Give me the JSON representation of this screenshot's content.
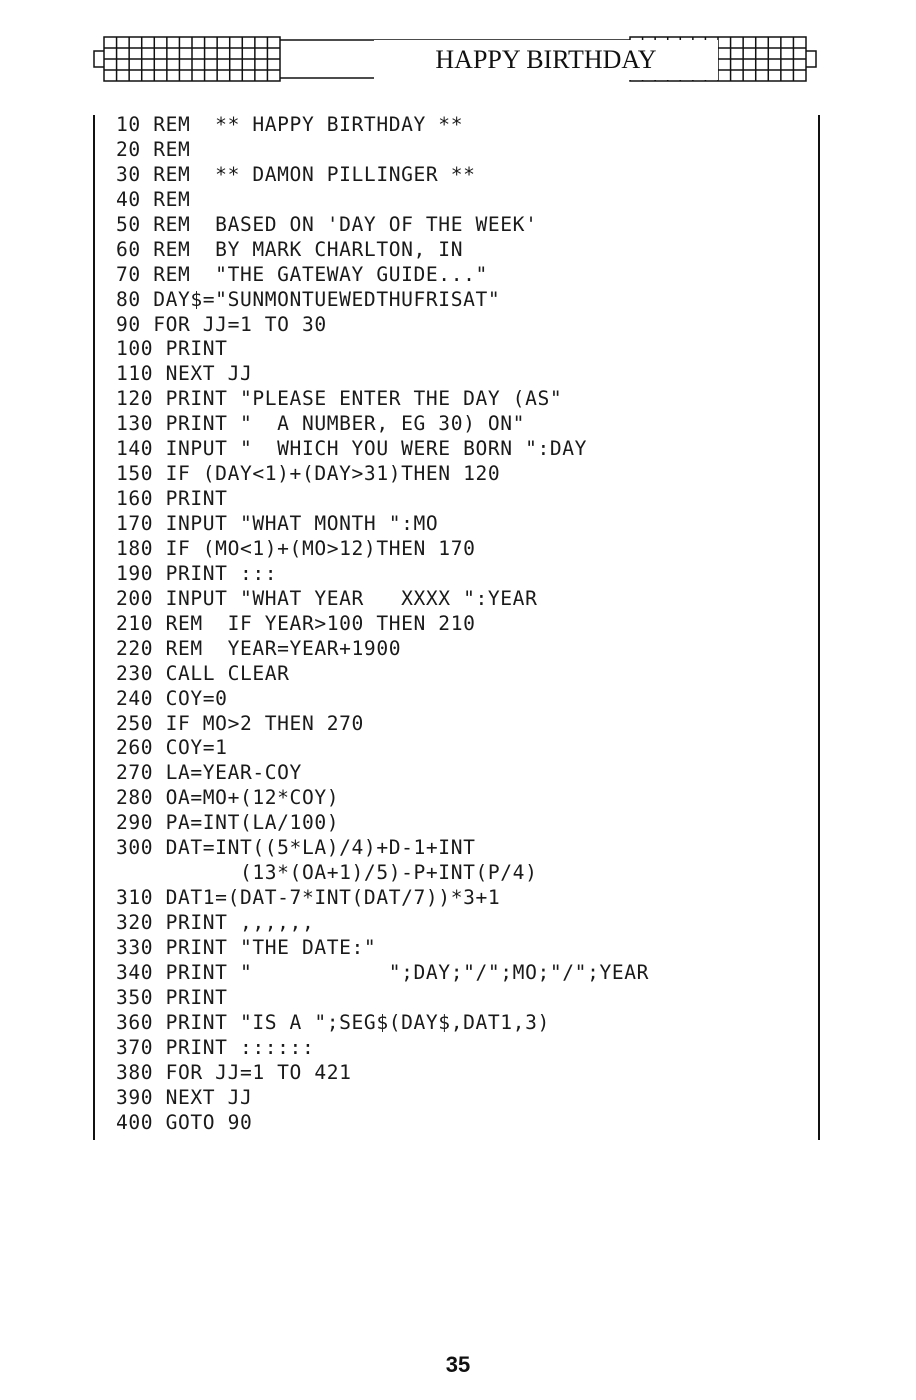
{
  "header": {
    "title": "HAPPY BIRTHDAY"
  },
  "listing": {
    "lines": [
      "10 REM  ** HAPPY BIRTHDAY **",
      "20 REM",
      "30 REM  ** DAMON PILLINGER **",
      "40 REM",
      "50 REM  BASED ON 'DAY OF THE WEEK'",
      "60 REM  BY MARK CHARLTON, IN",
      "70 REM  \"THE GATEWAY GUIDE...\"",
      "80 DAY$=\"SUNMONTUEWEDTHUFRISAT\"",
      "90 FOR JJ=1 TO 30",
      "100 PRINT",
      "110 NEXT JJ",
      "120 PRINT \"PLEASE ENTER THE DAY (AS\"",
      "130 PRINT \"  A NUMBER, EG 30) ON\"",
      "140 INPUT \"  WHICH YOU WERE BORN \":DAY",
      "150 IF (DAY<1)+(DAY>31)THEN 120",
      "160 PRINT",
      "170 INPUT \"WHAT MONTH \":MO",
      "180 IF (MO<1)+(MO>12)THEN 170",
      "190 PRINT :::",
      "200 INPUT \"WHAT YEAR   XXXX \":YEAR",
      "210 REM  IF YEAR>100 THEN 210",
      "220 REM  YEAR=YEAR+1900",
      "230 CALL CLEAR",
      "240 COY=0",
      "250 IF MO>2 THEN 270",
      "260 COY=1",
      "270 LA=YEAR-COY",
      "280 OA=MO+(12*COY)",
      "290 PA=INT(LA/100)",
      "300 DAT=INT((5*LA)/4)+D-1+INT",
      "          (13*(OA+1)/5)-P+INT(P/4)",
      "310 DAT1=(DAT-7*INT(DAT/7))*3+1",
      "320 PRINT ,,,,,,",
      "330 PRINT \"THE DATE:\"",
      "340 PRINT \"           \";DAY;\"/\";MO;\"/\";YEAR",
      "350 PRINT",
      "360 PRINT \"IS A \";SEG$(DAY$,DAT1,3)",
      "370 PRINT ::::::",
      "380 FOR JJ=1 TO 421",
      "390 NEXT JJ",
      "400 GOTO 90"
    ]
  },
  "page_number": "35"
}
